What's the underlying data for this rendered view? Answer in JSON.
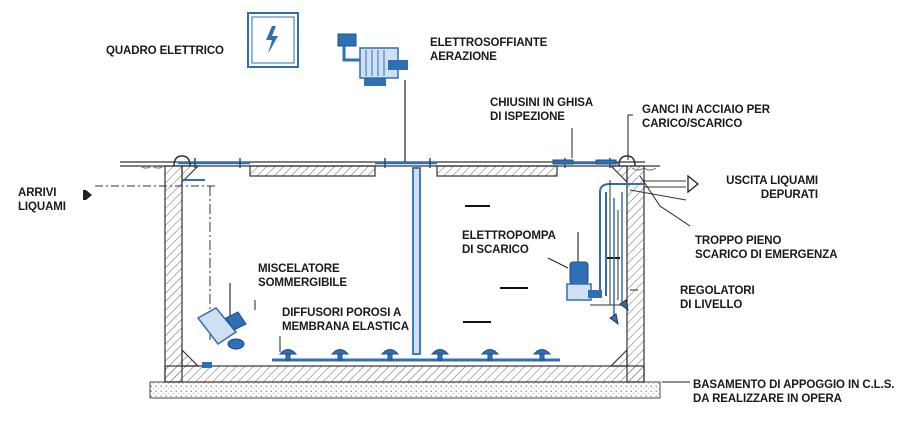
{
  "colors": {
    "line": "#222222",
    "pipe": "#2f6fb3",
    "pipe_dark": "#1f4f88",
    "concrete_hatch": "#555555",
    "ground": "#8a8a8a"
  },
  "labels": {
    "quadro": [
      "QUADRO ELETTRICO"
    ],
    "elettrosoffiante": [
      "ELETTROSOFFIANTE",
      "AERAZIONE"
    ],
    "chiusini": [
      "CHIUSINI IN GHISA",
      "DI ISPEZIONE"
    ],
    "ganci": [
      "GANCI IN ACCIAIO PER",
      "CARICO/SCARICO"
    ],
    "arrivi": [
      "ARRIVI",
      "LIQUAMI"
    ],
    "uscita": [
      "USCITA LIQUAMI",
      "DEPURATI"
    ],
    "troppo": [
      "TROPPO PIENO",
      "SCARICO DI EMERGENZA"
    ],
    "elettropompa": [
      "ELETTROPOMPA",
      "DI SCARICO"
    ],
    "regolatori": [
      "REGOLATORI",
      "DI LIVELLO"
    ],
    "miscelatore": [
      "MISCELATORE",
      "SOMMERGIBILE"
    ],
    "diffusori": [
      "DIFFUSORI POROSI A",
      "MEMBRANA ELASTICA"
    ],
    "basamento": [
      "BASAMENTO DI APPOGGIO IN C.L.S.",
      "DA REALIZZARE IN OPERA"
    ]
  },
  "icons": {
    "electric_panel": "lightning-bolt-panel",
    "blower": "blower-machine",
    "inlet_arrow": "arrow-right-filled",
    "outlet_arrow": "arrow-right-outline"
  }
}
